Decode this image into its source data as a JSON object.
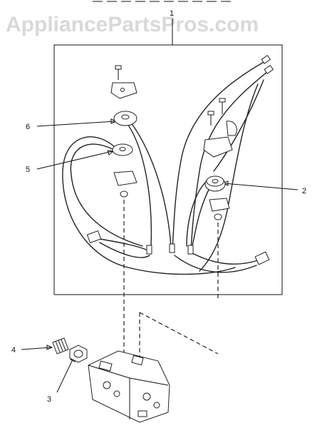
{
  "watermark": "AppliancePartsPros.com",
  "callouts": {
    "c1": "1",
    "c2": "2",
    "c3": "3",
    "c4": "4",
    "c5": "5",
    "c6": "6"
  }
}
